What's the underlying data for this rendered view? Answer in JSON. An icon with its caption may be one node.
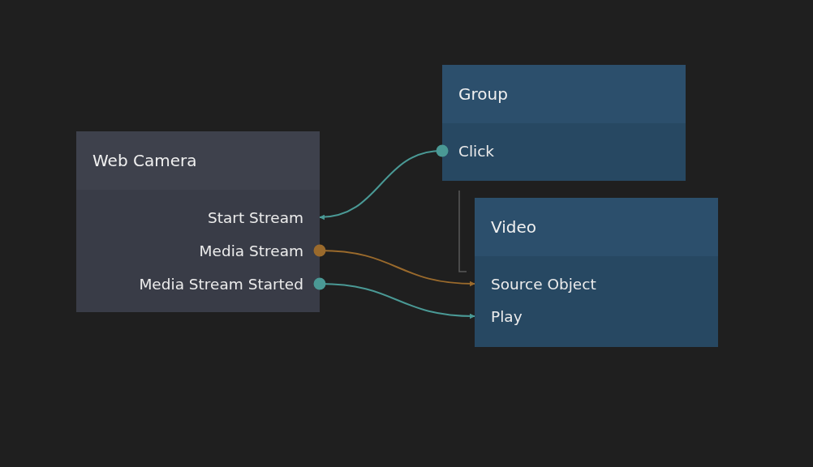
{
  "diagram": {
    "nodes": [
      {
        "text": [
          "Web Camera"
        ]
      },
      {
        "text": [
          "Start Stream"
        ],
        "in": 0
      },
      {
        "text": [
          "Media Stream"
        ],
        "in": 0
      },
      {
        "text": [
          "Media Stream Started"
        ],
        "in": 0
      },
      {
        "text": [
          "Group"
        ]
      },
      {
        "text": [
          "Click"
        ],
        "in": 4
      },
      {
        "text": [
          "Video"
        ]
      },
      {
        "text": [
          "Source Object"
        ],
        "in": 6
      },
      {
        "text": [
          "Play"
        ],
        "in": 6
      }
    ],
    "edges": [
      {
        "from": 5,
        "to": 1,
        "arrow": "to"
      },
      {
        "from": 2,
        "to": 7,
        "arrow": "to",
        "color": "#9a6a2c"
      },
      {
        "from": 3,
        "to": 8,
        "arrow": "to"
      }
    ]
  }
}
